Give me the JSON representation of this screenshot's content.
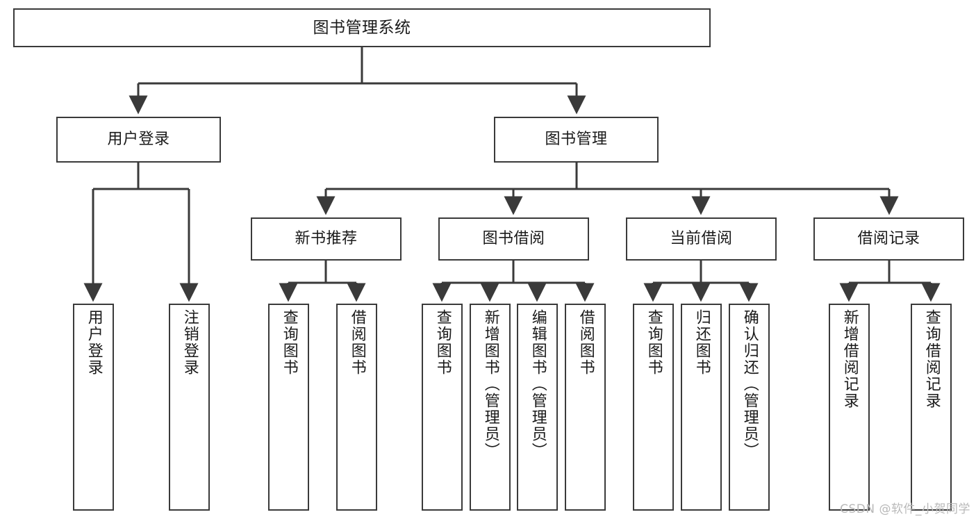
{
  "diagram": {
    "type": "tree",
    "title": "图书管理系统",
    "root": {
      "id": "root",
      "label": "图书管理系统"
    },
    "level1": [
      {
        "id": "user-login",
        "label": "用户登录"
      },
      {
        "id": "book-mgmt",
        "label": "图书管理"
      }
    ],
    "level2": [
      {
        "id": "new-book-rec",
        "label": "新书推荐"
      },
      {
        "id": "book-borrow",
        "label": "图书借阅"
      },
      {
        "id": "current-borrow",
        "label": "当前借阅"
      },
      {
        "id": "borrow-record",
        "label": "借阅记录"
      }
    ],
    "leaves": [
      {
        "id": "leaf-user-login",
        "label": "用户登录",
        "parent": "user-login"
      },
      {
        "id": "leaf-user-logout",
        "label": "注销登录",
        "parent": "user-login"
      },
      {
        "id": "leaf-query-book-1",
        "label": "查询图书",
        "parent": "new-book-rec"
      },
      {
        "id": "leaf-borrow-book-1",
        "label": "借阅图书",
        "parent": "new-book-rec"
      },
      {
        "id": "leaf-query-book-2",
        "label": "查询图书",
        "parent": "book-borrow"
      },
      {
        "id": "leaf-add-book",
        "label": "新增图书（管理员）",
        "parent": "book-borrow"
      },
      {
        "id": "leaf-edit-book",
        "label": "编辑图书（管理员）",
        "parent": "book-borrow"
      },
      {
        "id": "leaf-borrow-book-2",
        "label": "借阅图书",
        "parent": "book-borrow"
      },
      {
        "id": "leaf-query-book-3",
        "label": "查询图书",
        "parent": "current-borrow"
      },
      {
        "id": "leaf-return-book",
        "label": "归还图书",
        "parent": "current-borrow"
      },
      {
        "id": "leaf-confirm-return",
        "label": "确认归还（管理员）",
        "parent": "current-borrow"
      },
      {
        "id": "leaf-add-record",
        "label": "新增借阅记录",
        "parent": "borrow-record"
      },
      {
        "id": "leaf-query-record",
        "label": "查询借阅记录",
        "parent": "borrow-record"
      }
    ]
  },
  "watermark": {
    "text": "CSDN @软件_小贺同学"
  },
  "colors": {
    "stroke": "#3a3a3a",
    "fill": "#ffffff",
    "text": "#1a1a1a",
    "watermark": "#b9b9b9"
  }
}
